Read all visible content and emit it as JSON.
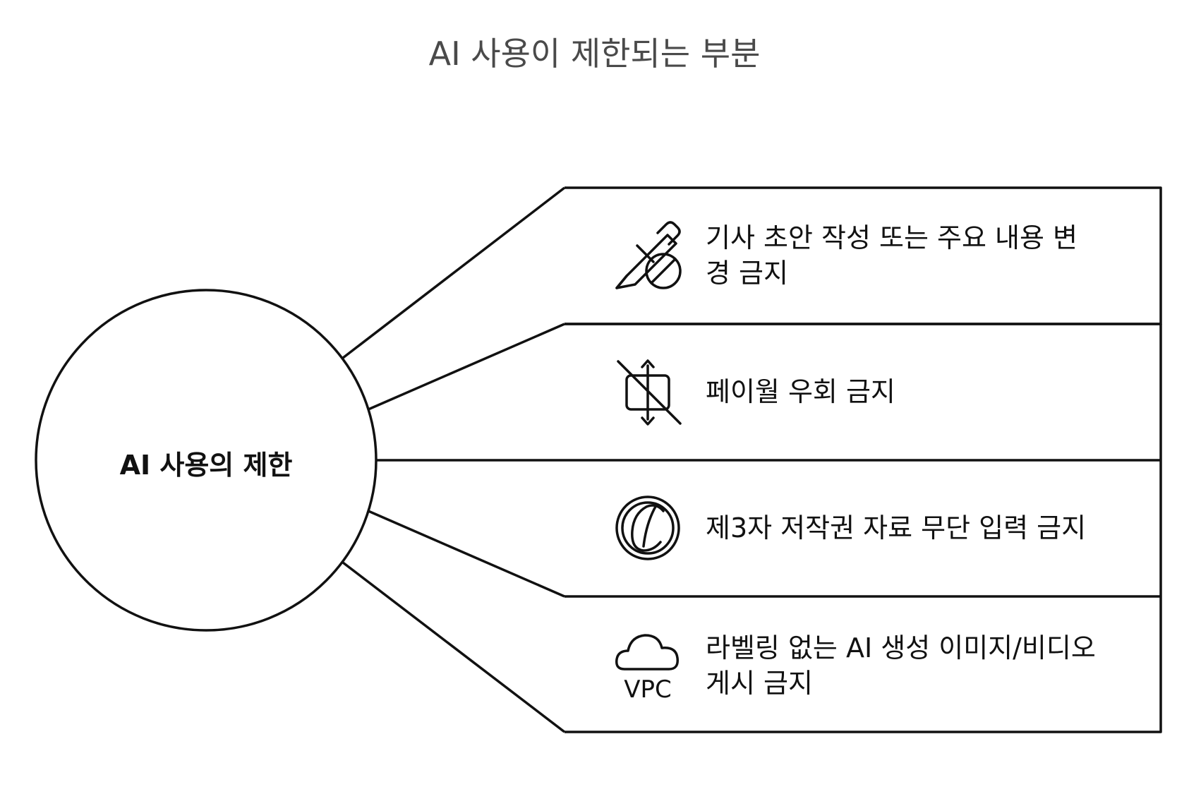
{
  "title": "AI 사용이 제한되는 부분",
  "center": {
    "label": "AI 사용의 제한"
  },
  "items": [
    {
      "label": "기사 초안 작성 또는 주요 내용 변경 금지",
      "icon": "pencil-prohibited-icon"
    },
    {
      "label": "페이월 우회 금지",
      "icon": "paywall-crossed-icon"
    },
    {
      "label": "제3자 저작권 자료 무단 입력 금지",
      "icon": "copyright-icon"
    },
    {
      "label": "라벨링 없는 AI 생성 이미지/비디오 게시 금지",
      "icon": "vpc-cloud-icon",
      "icon_text": "VPC"
    }
  ]
}
